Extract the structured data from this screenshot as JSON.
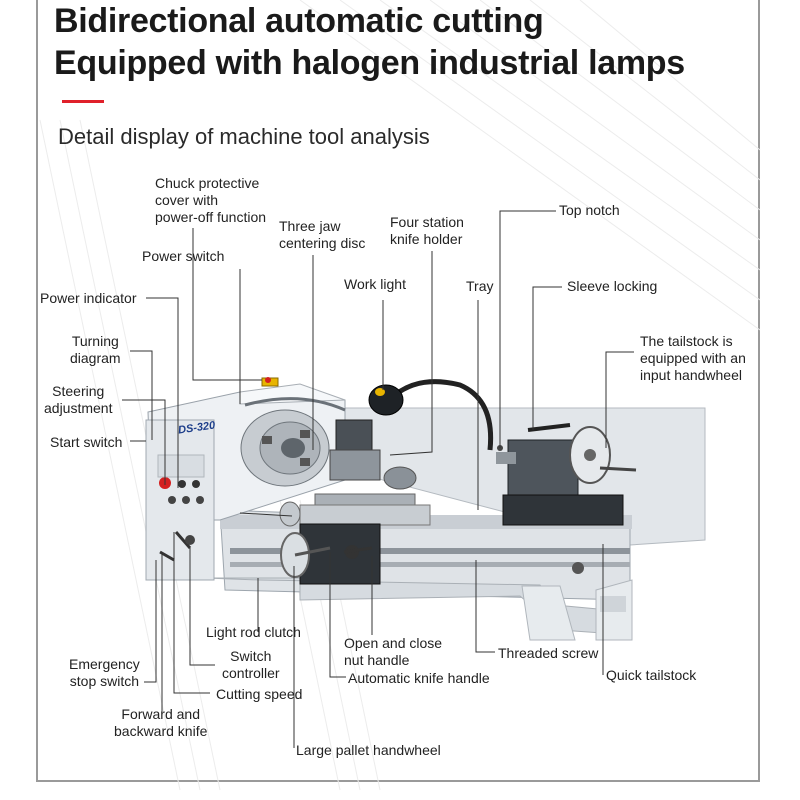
{
  "header": {
    "title_line1": "Bidirectional automatic cutting",
    "title_line2": "Equipped with halogen industrial lamps",
    "subtitle": "Detail display of machine tool analysis",
    "accent_color": "#e0202a"
  },
  "machine": {
    "model": "DS-320"
  },
  "labels": {
    "chuck_cover": [
      "Chuck protective",
      "cover with",
      "power-off function"
    ],
    "three_jaw": [
      "Three jaw",
      "centering disc"
    ],
    "four_station": [
      "Four station",
      "knife holder"
    ],
    "top_notch": "Top notch",
    "power_switch": "Power switch",
    "work_light": "Work light",
    "tray": "Tray",
    "sleeve_locking": "Sleeve locking",
    "power_indicator": "Power indicator",
    "turning_diagram": [
      "Turning",
      "diagram"
    ],
    "tailstock": [
      "The tailstock is",
      "equipped with an",
      "input handwheel"
    ],
    "steering": [
      "Steering",
      "adjustment"
    ],
    "start_switch": "Start switch",
    "light_rod_clutch": "Light rod clutch",
    "open_close_nut": [
      "Open and close",
      "nut handle"
    ],
    "threaded_screw": "Threaded screw",
    "emergency_stop": [
      "Emergency",
      "stop switch"
    ],
    "switch_controller": [
      "Switch",
      "controller"
    ],
    "auto_knife": "Automatic knife handle",
    "quick_tailstock": "Quick tailstock",
    "cutting_speed": "Cutting speed",
    "forward_backward": [
      "Forward and",
      "backward knife"
    ],
    "pallet_handwheel": "Large pallet handwheel"
  }
}
